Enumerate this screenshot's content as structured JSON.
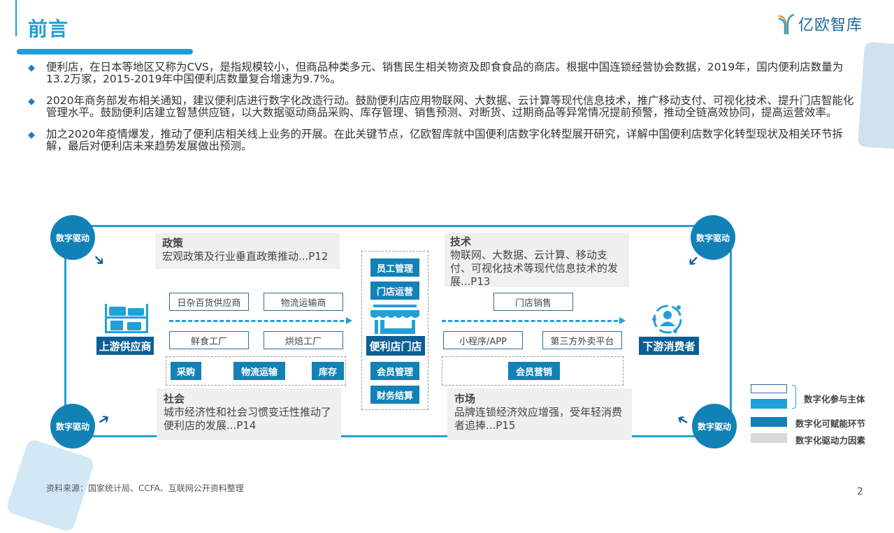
{
  "header": {
    "title": "前言",
    "logo_text": "亿欧智库"
  },
  "bullets": [
    "便利店，在日本等地区又称为CVS，是指规模较小，但商品种类多元、销售民生相关物资及即食食品的商店。根据中国连锁经营协会数据，2019年，国内便利店数量为13.2万家，2015-2019年中国便利店数量复合增速为9.7%。",
    "2020年商务部发布相关通知，建议便利店进行数字化改造行动。鼓励便利店应用物联网、大数据、云计算等现代信息技术，推广移动支付、可视化技术、提升门店智能化管理水平。鼓励便利店建立智慧供应链，以大数据驱动商品采购、库存管理、销售预测、对断货、过期商品等异常情况提前预警，推动全链高效协同，提高运营效率。",
    "加之2020年疫情爆发，推动了便利店相关线上业务的开展。在此关键节点，亿欧智库就中国便利店数字化转型展开研究，详解中国便利店数字化转型现状及相关环节拆解，最后对便利店未来趋势发展做出预测。"
  ],
  "diagram": {
    "driver_label": "数字驱动",
    "factors": {
      "policy": {
        "title": "政策",
        "text": "宏观政策及行业垂直政策推动...P12"
      },
      "tech": {
        "title": "技术",
        "text": "物联网、大数据、云计算、移动支付、可视化技术等现代信息技术的发展...P13"
      },
      "society": {
        "title": "社会",
        "text": "城市经济性和社会习惯变迁性推动了便利店的发展...P14"
      },
      "market": {
        "title": "市场",
        "text": "品牌连锁经济效应增强，受年轻消费者追捧...P15"
      }
    },
    "upstream": {
      "label": "上游供应商",
      "participants": [
        "日杂百货供应商",
        "物流运输商",
        "鲜食工厂",
        "烘焙工厂"
      ],
      "links": [
        "采购",
        "物流运输",
        "库存"
      ]
    },
    "store": {
      "label": "便利店门店",
      "links_top": [
        "员工管理",
        "门店运营"
      ],
      "links_bottom": [
        "会员管理",
        "财务结算"
      ]
    },
    "downstream": {
      "label": "下游消费者",
      "participants": [
        "门店销售",
        "小程序/APP",
        "第三方外卖平台"
      ],
      "links": [
        "会员营销"
      ]
    },
    "legend": {
      "participants": "数字化参与主体",
      "links": "数字化可赋能环节",
      "drivers": "数字化驱动力因素"
    },
    "colors": {
      "primary": "#1282b6",
      "dark": "#0c5f95",
      "light": "#22a0d8",
      "gray": "#f0f0f0"
    }
  },
  "footer": {
    "source": "资料来源：国家统计局、CCFA、互联网公开资料整理",
    "page": "2"
  }
}
